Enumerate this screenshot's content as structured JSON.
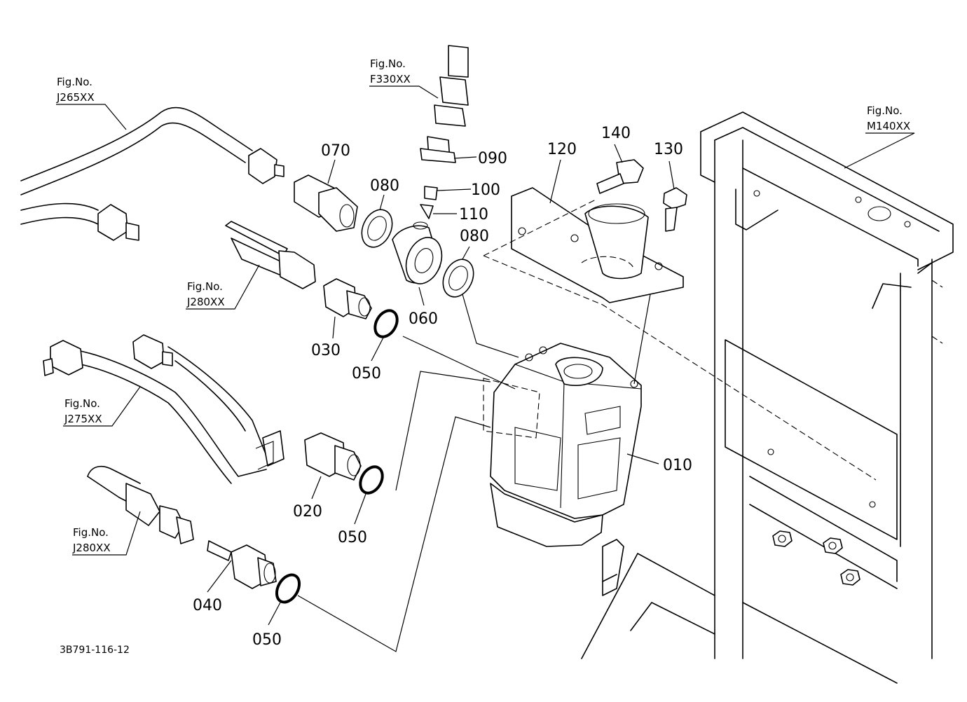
{
  "diagram_id": "3B791-116-12",
  "figure_refs": [
    {
      "id": "f330",
      "line1": "Fig.No.",
      "line2": "F330XX"
    },
    {
      "id": "j265",
      "line1": "Fig.No.",
      "line2": "J265XX"
    },
    {
      "id": "m140",
      "line1": "Fig.No.",
      "line2": "M140XX"
    },
    {
      "id": "j280a",
      "line1": "Fig.No.",
      "line2": "J280XX"
    },
    {
      "id": "j275",
      "line1": "Fig.No.",
      "line2": "J275XX"
    },
    {
      "id": "j280b",
      "line1": "Fig.No.",
      "line2": "J280XX"
    }
  ],
  "callouts": [
    {
      "id": "c070",
      "text": "070"
    },
    {
      "id": "c080a",
      "text": "080"
    },
    {
      "id": "c090",
      "text": "090"
    },
    {
      "id": "c100",
      "text": "100"
    },
    {
      "id": "c110",
      "text": "110"
    },
    {
      "id": "c120",
      "text": "120"
    },
    {
      "id": "c140",
      "text": "140"
    },
    {
      "id": "c130",
      "text": "130"
    },
    {
      "id": "c080b",
      "text": "080"
    },
    {
      "id": "c060",
      "text": "060"
    },
    {
      "id": "c030",
      "text": "030"
    },
    {
      "id": "c050a",
      "text": "050"
    },
    {
      "id": "c010",
      "text": "010"
    },
    {
      "id": "c020",
      "text": "020"
    },
    {
      "id": "c050b",
      "text": "050"
    },
    {
      "id": "c040",
      "text": "040"
    },
    {
      "id": "c050c",
      "text": "050"
    }
  ]
}
